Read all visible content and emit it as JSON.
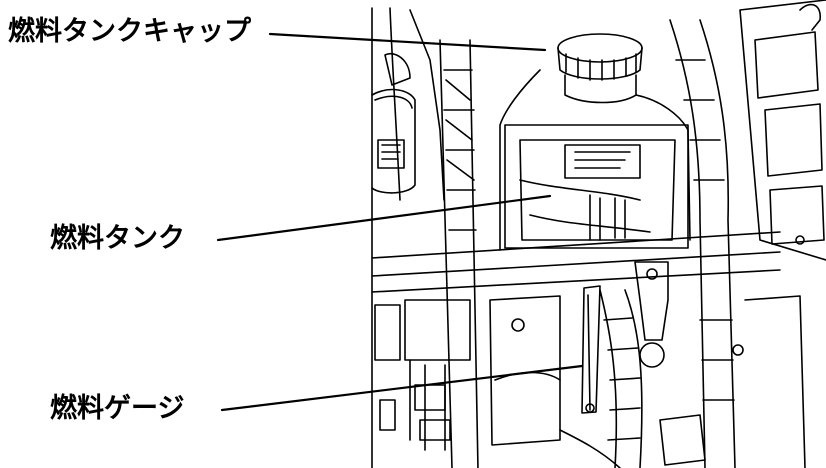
{
  "labels": {
    "fuel_tank_cap": "燃料タンクキャップ",
    "fuel_tank": "燃料タンク",
    "fuel_gauge": "燃料ゲージ"
  },
  "colors": {
    "line": "#000000",
    "background": "#ffffff"
  }
}
